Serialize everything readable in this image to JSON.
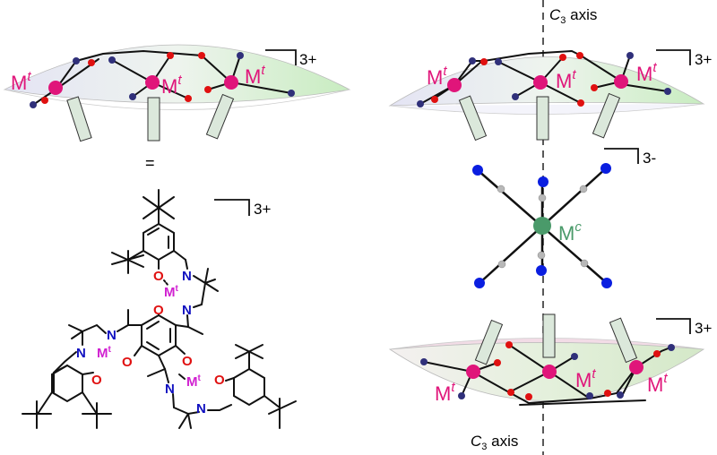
{
  "labels": {
    "metal_t": "M",
    "metal_t_sup": "t",
    "metal_c": "M",
    "metal_c_sup": "c",
    "charge_plus": "3+",
    "charge_minus": "3-",
    "equals": "=",
    "axis_c": "C",
    "axis_sub": "3",
    "axis_word": " axis",
    "oxygen": "O",
    "nitrogen": "N"
  },
  "colors": {
    "metal_t": "#e0157a",
    "metal_c": "#4a9a6a",
    "oxygen": "#e01010",
    "nitrogen": "#1010c0",
    "cyanide_n": "#0a1ee0",
    "cyanide_c": "#b8b8b8",
    "ligand_n_dot": "#30307a",
    "dome_top": "#d8eed8",
    "dome_bottom": "#f0dde6",
    "pillar": "#dbe8db"
  }
}
